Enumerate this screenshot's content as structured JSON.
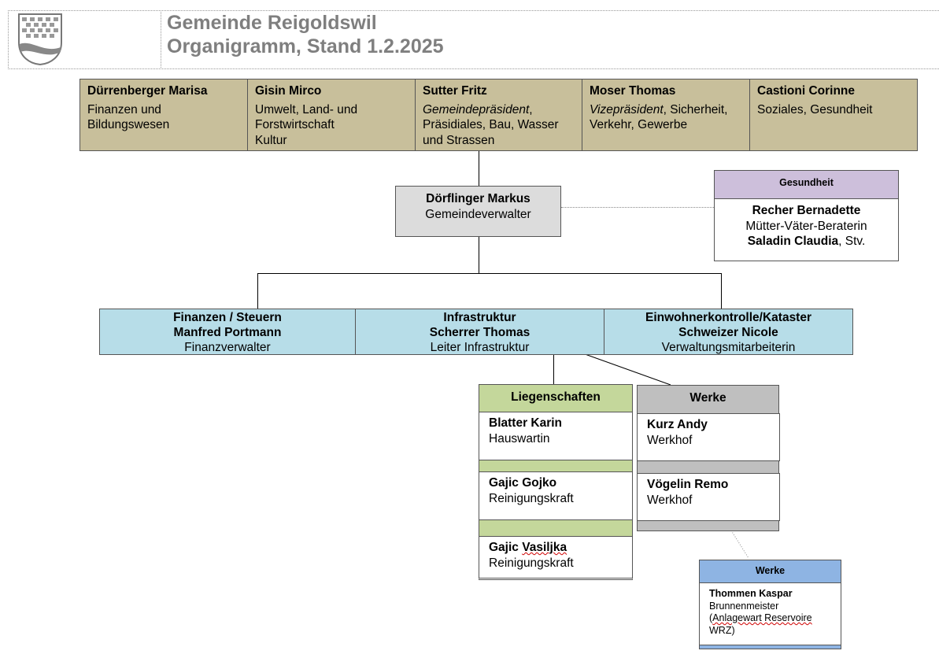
{
  "header": {
    "title_line1": "Gemeinde Reigoldswil",
    "title_line2": "Organigramm, Stand 1.2.2025"
  },
  "council": [
    {
      "name": "Dürrenberger Marisa",
      "role_italic": "",
      "role_rest": "",
      "role_line1": "Finanzen und",
      "role_line2": "Bildungswesen",
      "role_line3": ""
    },
    {
      "name": "Gisin Mirco",
      "role_italic": "",
      "role_rest": "",
      "role_line1": "Umwelt, Land- und",
      "role_line2": "Forstwirtschaft",
      "role_line3": "Kultur"
    },
    {
      "name": "Sutter Fritz",
      "role_italic": "Gemeindepräsident",
      "role_rest": ",",
      "role_line1": "",
      "role_line2": "Präsidiales, Bau, Wasser",
      "role_line3": "und Strassen"
    },
    {
      "name": "Moser Thomas",
      "role_italic": "Vizepräsident",
      "role_rest": ", Sicherheit,",
      "role_line1": "",
      "role_line2": "Verkehr, Gewerbe",
      "role_line3": ""
    },
    {
      "name": "Castioni Corinne",
      "role_italic": "",
      "role_rest": "",
      "role_line1": "Soziales, Gesundheit",
      "role_line2": "",
      "role_line3": ""
    }
  ],
  "administrator": {
    "name": "Dörflinger Markus",
    "title": "Gemeindeverwalter"
  },
  "health": {
    "heading": "Gesundheit",
    "person1": "Recher Bernadette",
    "person1_role": "Mütter-Väter-Beraterin",
    "person2": "Saladin Claudia",
    "person2_suffix": ", Stv."
  },
  "departments": [
    {
      "line1": "Finanzen / Steuern",
      "line2": "Manfred Portmann",
      "line3": "Finanzverwalter"
    },
    {
      "line1": "Infrastruktur",
      "line2": "Scherrer Thomas",
      "line3": "Leiter Infrastruktur"
    },
    {
      "line1": "Einwohnerkontrolle/Kataster",
      "line2": "Schweizer Nicole",
      "line3": "Verwaltungsmitarbeiterin"
    }
  ],
  "liegenschaften": {
    "heading": "Liegenschaften",
    "members": [
      {
        "name": "Blatter Karin",
        "role": "Hauswartin"
      },
      {
        "name_pre": "Gajic Gojko",
        "role": "Reinigungskraft"
      },
      {
        "name_first": "Gajic ",
        "name_last": "Vasiljka",
        "role": "Reinigungskraft"
      }
    ]
  },
  "werke": {
    "heading": "Werke",
    "members": [
      {
        "name": "Kurz Andy",
        "role": "Werkhof"
      },
      {
        "name": "Vögelin Remo",
        "role": "Werkhof"
      }
    ]
  },
  "werke_sub": {
    "heading": "Werke",
    "name": "Thommen Kaspar",
    "role": "Brunnenmeister",
    "note_open": "(",
    "note_wavy": "Anlagewart Reservoire",
    "note_line2": "WRZ)"
  },
  "colors": {
    "council": "#c8bf9b",
    "admin": "#dcdcdc",
    "health": "#cdbfdb",
    "dept": "#b7dde8",
    "liegenschaften": "#c4d79b",
    "werke": "#bfbfbf",
    "werke_sub": "#8eb4e3",
    "title": "#7f7f7f"
  }
}
